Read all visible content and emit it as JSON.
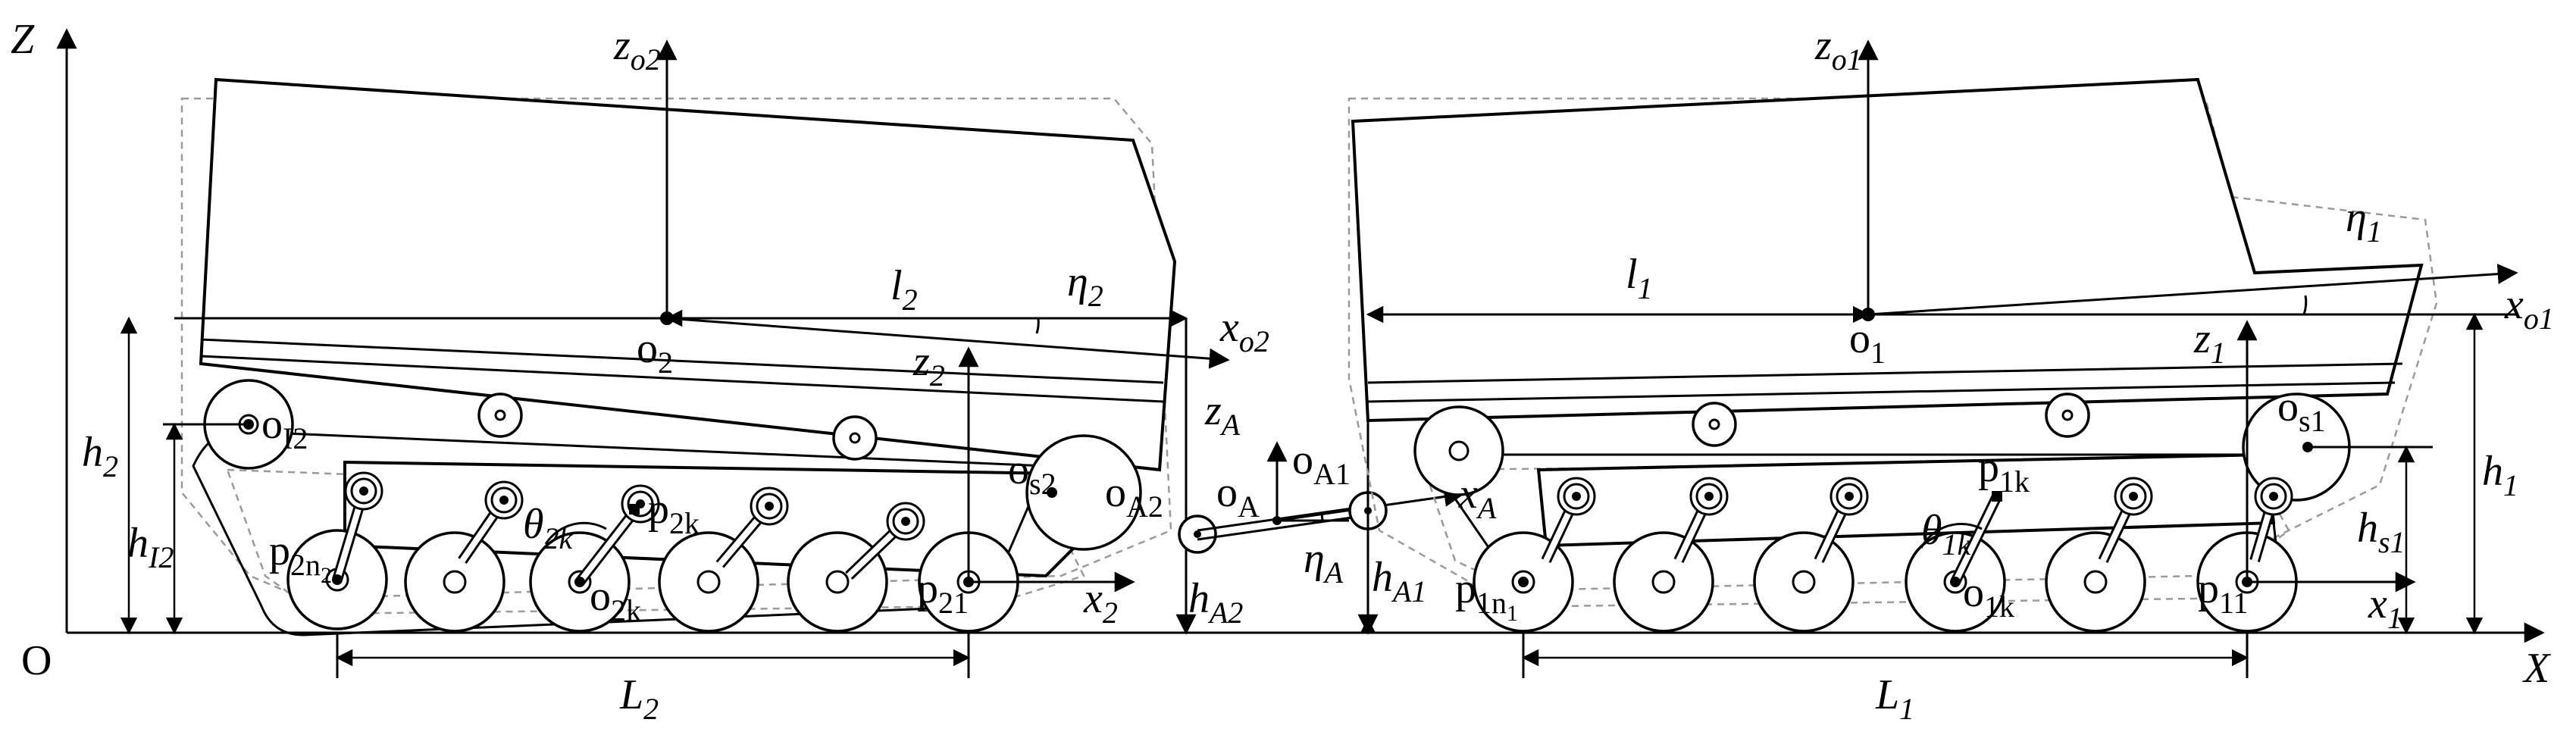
{
  "axes": {
    "z_axis": "Z",
    "x_axis": "X",
    "origin": "O"
  },
  "rear_vehicle": {
    "z_o2": "z",
    "z_o2_sub": "o2",
    "x_o2": "x",
    "x_o2_sub": "o2",
    "o2_label": "o",
    "o2_sub": "2",
    "l2_label": "l",
    "l2_sub": "2",
    "eta2_label": "η",
    "eta2_sub": "2",
    "h2_label": "h",
    "h2_sub": "2",
    "oI2_label": "o",
    "oI2_sub": "I2",
    "hI2_label": "h",
    "hI2_sub": "I2",
    "z2_label": "z",
    "z2_sub": "2",
    "x2_label": "x",
    "x2_sub": "2",
    "os2_label": "o",
    "os2_sub": "s2",
    "oA2_label": "o",
    "oA2_sub": "A2",
    "hA2_label": "h",
    "hA2_sub": "A2",
    "p2n2_label": "p",
    "p2n2_sub": "2n",
    "p2n2_subsub": "2",
    "theta2k_label": "θ",
    "theta2k_sub": "2k",
    "p2k_label": "p",
    "p2k_sub": "2k",
    "o2k_label": "o",
    "o2k_sub": "2k",
    "p21_label": "p",
    "p21_sub": "21",
    "L2_label": "L",
    "L2_sub": "2"
  },
  "articulation": {
    "zA_label": "z",
    "zA_sub": "A",
    "oA_label": "o",
    "oA_sub": "A",
    "oA1_label": "o",
    "oA1_sub": "A1",
    "xA_label": "x",
    "xA_sub": "A",
    "etaA_label": "η",
    "etaA_sub": "A",
    "hA1_label": "h",
    "hA1_sub": "A1"
  },
  "front_vehicle": {
    "z_o1": "z",
    "z_o1_sub": "o1",
    "x_o1": "x",
    "x_o1_sub": "o1",
    "o1_label": "o",
    "o1_sub": "1",
    "l1_label": "l",
    "l1_sub": "1",
    "eta1_label": "η",
    "eta1_sub": "1",
    "z1_label": "z",
    "z1_sub": "1",
    "os1_label": "o",
    "os1_sub": "s1",
    "h1_label": "h",
    "h1_sub": "1",
    "hs1_label": "h",
    "hs1_sub": "s1",
    "p1k_label": "p",
    "p1k_sub": "1k",
    "theta1k_label": "θ",
    "theta1k_sub": "1k",
    "o1k_label": "o",
    "o1k_sub": "1k",
    "p1n1_label": "p",
    "p1n1_sub": "1n",
    "p1n1_subsub": "1",
    "p11_label": "p",
    "p11_sub": "11",
    "x1_label": "x",
    "x1_sub": "1",
    "L1_label": "L",
    "L1_sub": "1"
  }
}
